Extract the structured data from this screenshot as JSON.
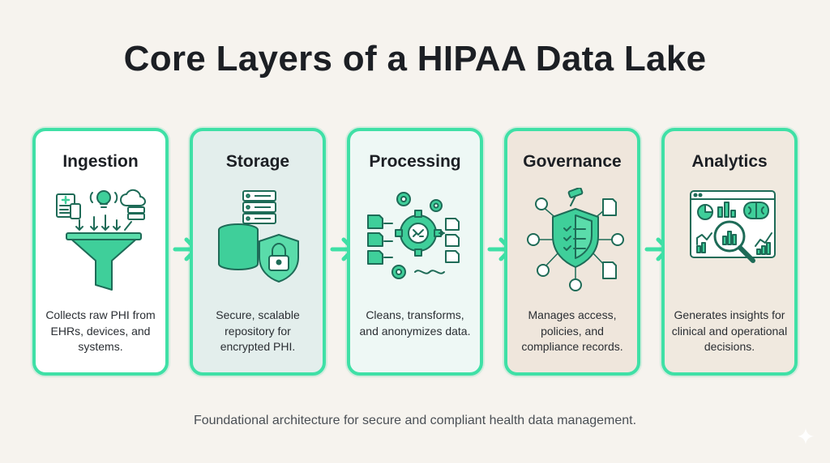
{
  "title": "Core Layers of a HIPAA Data Lake",
  "footer": "Foundational architecture for secure and compliant health data management.",
  "colors": {
    "accent": "#3fe0a6",
    "icon_dark": "#1e6b57",
    "icon_fill": "#3fcf9a",
    "card_white": "#ffffff",
    "card_teal": "#e3eeec",
    "card_mint": "#eef8f5",
    "card_beige": "#efe6dc",
    "card_sand": "#f0e9df"
  },
  "layers": [
    {
      "title": "Ingestion",
      "description": "Collects raw PHI from EHRs, devices, and systems.",
      "icon": "ingestion-funnel-icon"
    },
    {
      "title": "Storage",
      "description": "Secure, scalable repository for encrypted PHI.",
      "icon": "database-lock-icon"
    },
    {
      "title": "Processing",
      "description": "Cleans, transforms, and anonymizes data.",
      "icon": "gears-pipeline-icon"
    },
    {
      "title": "Governance",
      "description": "Manages access, policies, and compliance records.",
      "icon": "shield-gavel-icon"
    },
    {
      "title": "Analytics",
      "description": "Generates insights for clinical and operational decisions.",
      "icon": "dashboard-magnifier-icon"
    }
  ]
}
